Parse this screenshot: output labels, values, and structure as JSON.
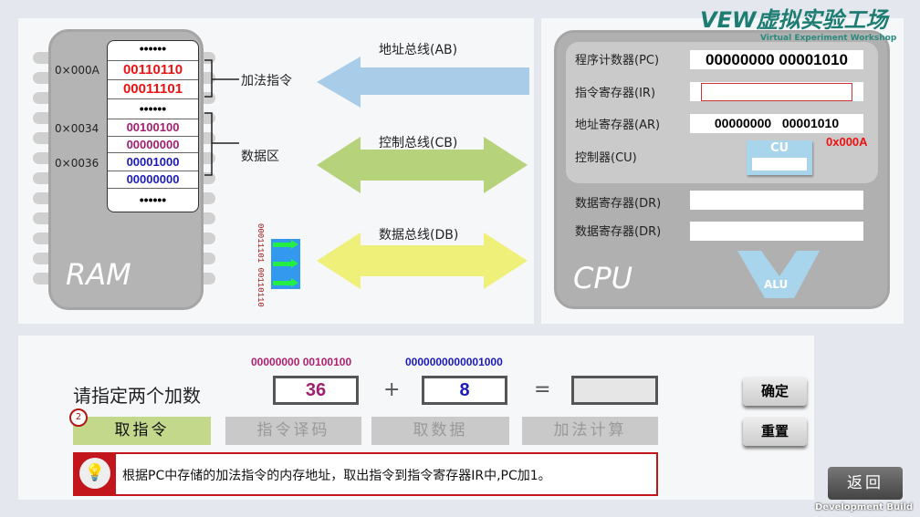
{
  "logo": {
    "brand": "VEW虚拟实验工场",
    "subtitle": "Virtual Experiment Workshop"
  },
  "ram": {
    "label": "RAM",
    "dots": "••••••",
    "addresses": [
      "0×000A",
      "0×0034",
      "0×0036"
    ],
    "instr": [
      "00110110",
      "00011101"
    ],
    "data1": [
      "00100100",
      "00000000"
    ],
    "data2": [
      "00001000",
      "00000000"
    ],
    "instr_label": "加法指令",
    "data_label": "数据区"
  },
  "buses": {
    "ab": "地址总线(AB)",
    "cb": "控制总线(CB)",
    "db": "数据总线(DB)",
    "db_bits": "00011101 00110110"
  },
  "cpu": {
    "label": "CPU",
    "pc_label": "程序计数器(PC)",
    "pc_value": "00000000 00001010",
    "ir_label": "指令寄存器(IR)",
    "ir_value": "",
    "ar_label": "地址寄存器(AR)",
    "ar_value": "00000000   00001010",
    "cu_label": "控制器(CU)",
    "cu": "CU",
    "cu_addr": "0x000A",
    "dr1_label": "数据寄存器(DR)",
    "dr2_label": "数据寄存器(DR)",
    "alu": "ALU"
  },
  "bottom": {
    "prompt": "请指定两个加数",
    "bin1": "00000000 00100100",
    "bin2": "0000000000001000",
    "a": "36",
    "plus": "+",
    "b": "8",
    "eq": "=",
    "result": "",
    "confirm": "确定",
    "reset": "重置",
    "step_badge": "2",
    "steps": [
      "取指令",
      "指令译码",
      "取数据",
      "加法计算"
    ],
    "hint": "根据PC中存储的加法指令的内存地址，取出指令到指令寄存器IR中,PC加1。"
  },
  "back": "返回",
  "build": "Development Build"
}
